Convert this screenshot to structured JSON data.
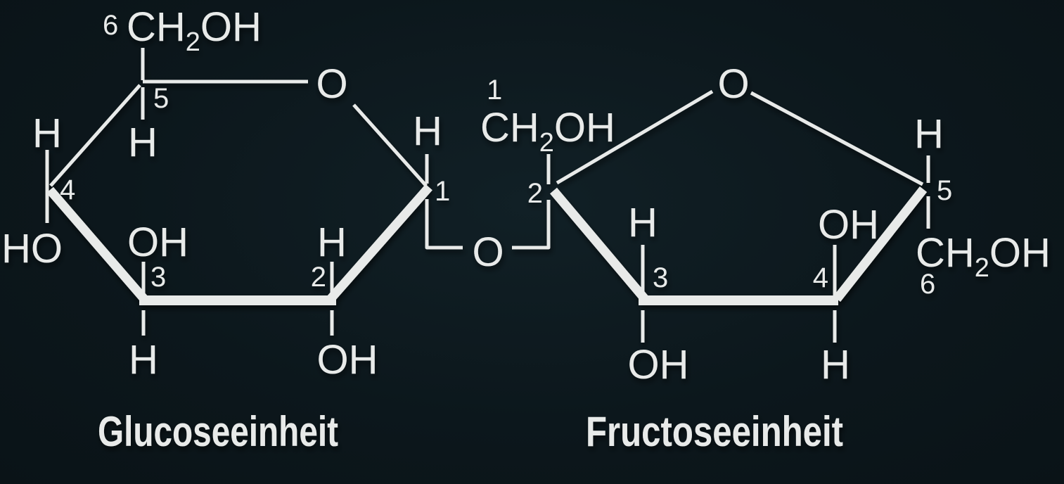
{
  "colors": {
    "background": "#0c171c",
    "ink": "#e8eae9"
  },
  "glucose": {
    "unit_label": "Glucoseeinheit",
    "ch2oh": {
      "locant": "6",
      "c": "CH",
      "sub": "2",
      "oh": "OH"
    },
    "ring_o": "O",
    "c5": {
      "locant": "5",
      "h": "H"
    },
    "c4": {
      "locant": "4",
      "h": "H",
      "ho": "HO"
    },
    "c3": {
      "locant": "3",
      "oh": "OH",
      "h": "H"
    },
    "c2": {
      "locant": "2",
      "h": "H",
      "oh": "OH"
    },
    "c1": {
      "locant": "1",
      "h": "H"
    }
  },
  "glycosidic": {
    "o": "O"
  },
  "fructose": {
    "unit_label": "Fructoseeinheit",
    "ch2oh_top": {
      "locant": "1",
      "c": "CH",
      "sub": "2",
      "oh": "OH"
    },
    "c2": {
      "locant": "2"
    },
    "ring_o": "O",
    "c5": {
      "locant": "5",
      "h": "H"
    },
    "ch2oh_bottom": {
      "locant": "6",
      "c": "CH",
      "sub": "2",
      "oh": "OH"
    },
    "c3": {
      "locant": "3",
      "h": "H",
      "oh": "OH"
    },
    "c4": {
      "locant": "4",
      "oh": "OH",
      "h": "H"
    }
  }
}
